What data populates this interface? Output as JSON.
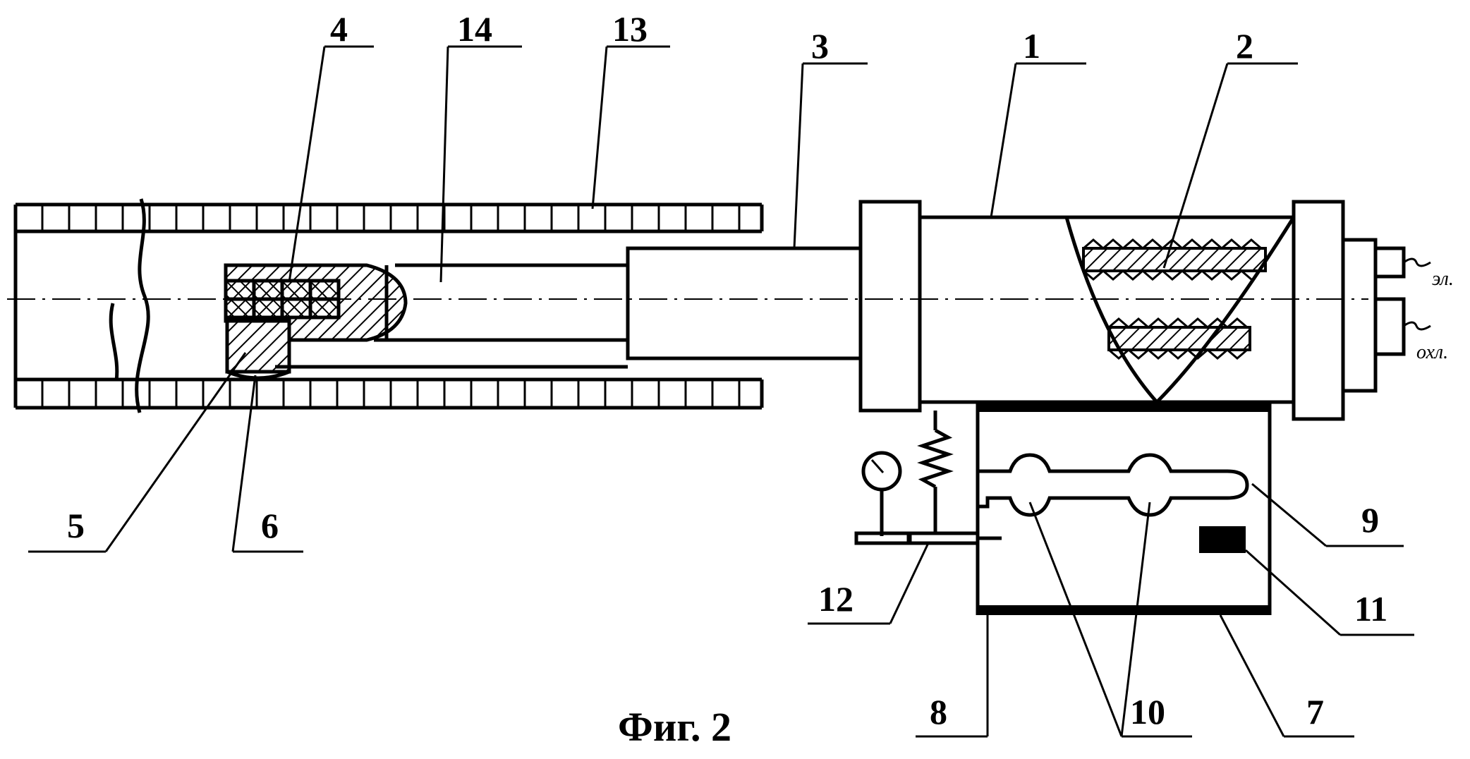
{
  "figure": {
    "caption": "Фиг. 2",
    "labels": {
      "l1": "1",
      "l2": "2",
      "l3": "3",
      "l4": "4",
      "l5": "5",
      "l6": "6",
      "l7": "7",
      "l8": "8",
      "l9": "9",
      "l10": "10",
      "l11": "11",
      "l12": "12",
      "l13": "13",
      "l14": "14"
    },
    "terminals": {
      "electric": "эл.",
      "cooling": "охл."
    }
  }
}
